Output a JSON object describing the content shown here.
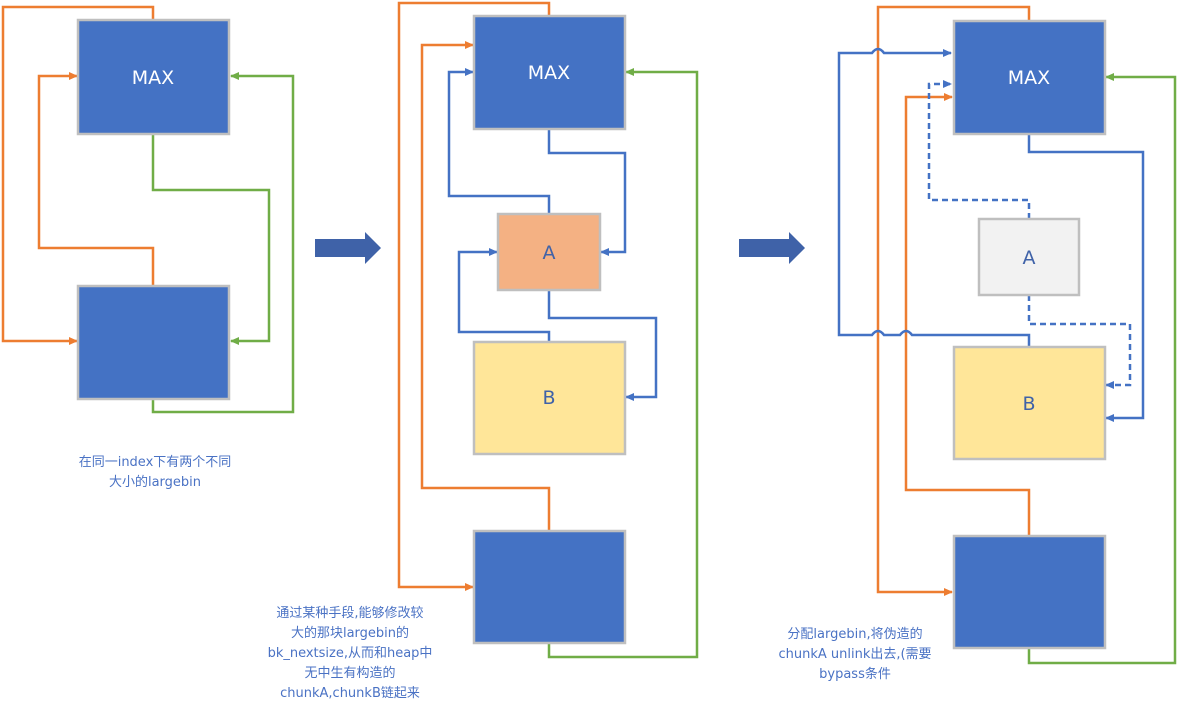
{
  "colors": {
    "blue_box": "#4472c4",
    "box_border": "#bfbfbf",
    "chunk_a_fill": "#f4b183",
    "chunk_b_fill": "#ffe699",
    "freed_fill": "#f2f2f2",
    "orange_link": "#ed7d31",
    "green_link": "#70ad47",
    "blue_link": "#4472c4",
    "arrow_fill": "#3f62a8",
    "caption_text": "#4a72c4",
    "label_dark": "#3f62a8",
    "label_light": "#ffffff"
  },
  "panels": [
    {
      "boxes": [
        {
          "label": "MAX"
        },
        {
          "label": ""
        }
      ],
      "caption": [
        "在同一index下有两个不同",
        "大小的largebin"
      ]
    },
    {
      "boxes": [
        {
          "label": "MAX"
        },
        {
          "label": "A"
        },
        {
          "label": "B"
        },
        {
          "label": ""
        }
      ],
      "caption": [
        "通过某种手段,能够修改较",
        "大的那块largebin的",
        "bk_nextsize,从而和heap中",
        "无中生有构造的",
        "chunkA,chunkB链起来"
      ]
    },
    {
      "boxes": [
        {
          "label": "MAX"
        },
        {
          "label": "A"
        },
        {
          "label": "B"
        },
        {
          "label": ""
        }
      ],
      "caption": [
        "分配largebin,将伪造的",
        "chunkA unlink出去,(需要",
        "bypass条件"
      ]
    }
  ],
  "transition_arrows": [
    {
      "icon": "right-arrow-icon"
    },
    {
      "icon": "right-arrow-icon"
    }
  ]
}
